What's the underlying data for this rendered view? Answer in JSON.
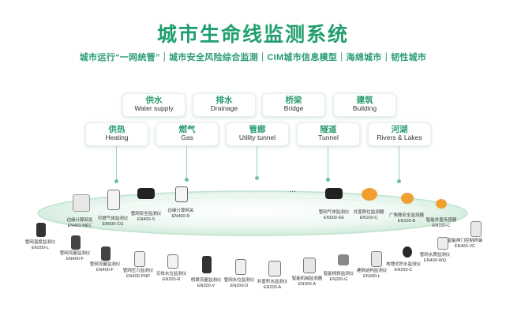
{
  "title": "城市生命线监测系统",
  "subtitle": "城市运行“一网统管”｜城市安全风险综合监测｜CIM城市信息模型｜海绵城市｜韧性城市",
  "categories": [
    {
      "zh": "供水",
      "en": "Water supply"
    },
    {
      "zh": "排水",
      "en": "Drainage"
    },
    {
      "zh": "桥梁",
      "en": "Bridge"
    },
    {
      "zh": "建筑",
      "en": "Building"
    },
    {
      "zh": "供热",
      "en": "Heating"
    },
    {
      "zh": "燃气",
      "en": "Gas"
    },
    {
      "zh": "管廊",
      "en": "Utility tunnel"
    },
    {
      "zh": "隧道",
      "en": "Tunnel"
    },
    {
      "zh": "河湖",
      "en": "Rivers & Lakes"
    }
  ],
  "more": "...",
  "devices": [
    {
      "name": "边缘计算网关",
      "model": "EN400-MEC",
      "icon": "gateway-icon"
    },
    {
      "name": "可燃气体监测仪",
      "model": "EN500-CG",
      "icon": "gas-detector-icon"
    },
    {
      "name": "管网安全监测仪",
      "model": "EN400-S",
      "icon": "pipe-monitor-icon"
    },
    {
      "name": "边缘计算网关",
      "model": "EN400-R",
      "icon": "gateway-icon"
    },
    {
      "name": "管网气体监测仪",
      "model": "EN500-SE",
      "icon": "gas-monitor-icon"
    },
    {
      "name": "井盖移位监测器",
      "model": "EN100-C",
      "icon": "manhole-icon"
    },
    {
      "name": "广角微安全监测器",
      "model": "EN100-B",
      "icon": "wide-angle-icon"
    },
    {
      "name": "智能井盖传感器",
      "model": "EN100-C",
      "icon": "manhole-sensor-icon"
    },
    {
      "name": "管网温度监测仪",
      "model": "EN200-L",
      "icon": "temperature-icon"
    },
    {
      "name": "智能闸门控制终端",
      "model": "EN400-VC",
      "icon": "gate-control-icon"
    },
    {
      "name": "管网流量监测仪",
      "model": "EN400-F",
      "icon": "flow-meter-icon"
    },
    {
      "name": "管网水质监测仪",
      "model": "EN400-WQ",
      "icon": "water-quality-icon"
    },
    {
      "name": "管网流量监测仪",
      "model": "EN400-F",
      "icon": "flow-meter-icon"
    },
    {
      "name": "地埋式积水监测仪",
      "model": "EN200-C",
      "icon": "water-level-icon"
    },
    {
      "name": "管网压力监测仪",
      "model": "EN400-PNP",
      "icon": "pressure-icon"
    },
    {
      "name": "建筑结构监测仪",
      "model": "EN300-L",
      "icon": "structure-icon"
    },
    {
      "name": "无线水位监测仪",
      "model": "EN200-R",
      "icon": "water-level-icon"
    },
    {
      "name": "智能倾斜监测仪",
      "model": "EN200-G",
      "icon": "tilt-icon"
    },
    {
      "name": "明渠流量监测仪",
      "model": "EN200-V",
      "icon": "channel-flow-icon"
    },
    {
      "name": "智能机械监测器",
      "model": "EN300-A",
      "icon": "mechanical-icon"
    },
    {
      "name": "管网水位监测仪",
      "model": "EN200-D",
      "icon": "level-icon"
    },
    {
      "name": "井盖积水监测仪",
      "model": "EN200-A",
      "icon": "manhole-water-icon"
    }
  ]
}
